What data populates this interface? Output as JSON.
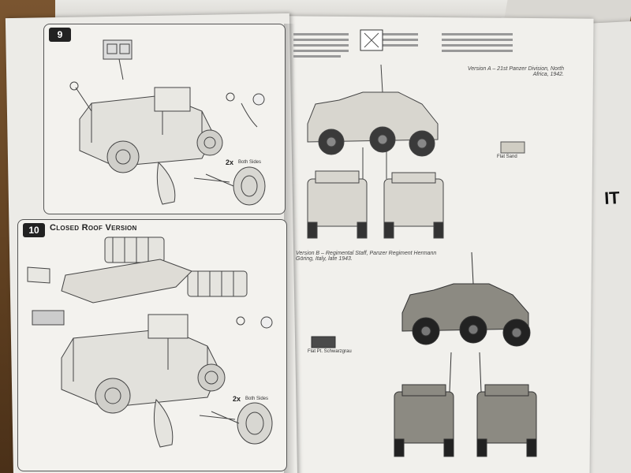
{
  "left_page": {
    "step9": {
      "number": "9",
      "title": ""
    },
    "step10": {
      "number": "10",
      "title": "Closed Roof Version"
    },
    "both_sides_label": "2x",
    "both_sides_text": "Both Sides"
  },
  "right_page": {
    "version_a": "Version A – 21st Panzer Division, North Africa, 1942.",
    "version_b": "Version B – Regimental Staff, Panzer Regiment Hermann Göring, Italy, late 1943.",
    "color_a": "Flat Sand",
    "color_b": "Flat Pt. Schwarzgrau"
  },
  "far_page": {
    "edge_text": "IT"
  },
  "colors": {
    "page": "#f1f0ec",
    "ink": "#333333",
    "table": "#6b4a26",
    "vehicle_a": "#d8d6cf",
    "vehicle_b": "#8c8a82"
  }
}
